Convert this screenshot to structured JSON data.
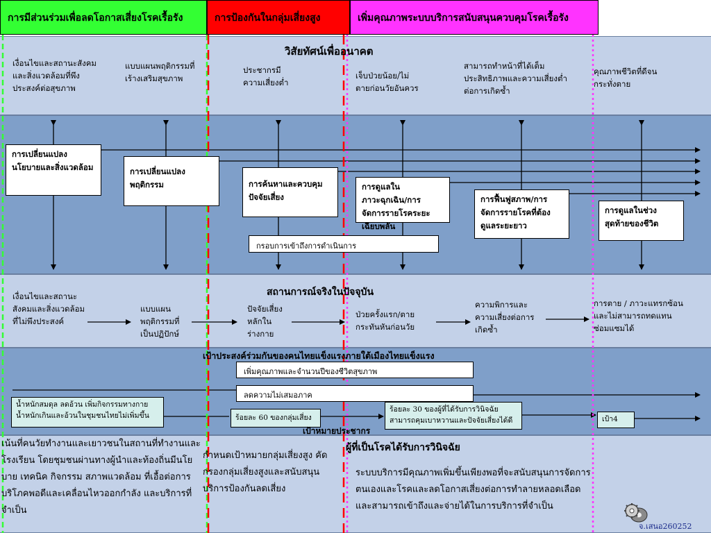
{
  "header": {
    "col1": "การมีส่วนร่วมเพื่อลดโอกาสเสี่ยงโรคเรื้อรัง",
    "col2": "การป้องกันในกลุ่มเสี่ยงสูง",
    "col3": "เพิ่มคุณภาพระบบบริการสนับสนุนควบคุมโรคเรื้อรัง",
    "colors": {
      "col1": "#33ff33",
      "col2": "#ff0000",
      "col3": "#ff33ff"
    }
  },
  "vision": {
    "title": "วิสัยทัศน์เพื่ออนาคต",
    "items": [
      "เงื่อนไขและสถานะสังคมและสิ่งแวดล้อมที่พึงประสงค์ต่อสุขภาพ",
      "แบบแผนพฤติกรรมที่เร้างเสริมสุขภาพ",
      "ประชากรมีความเสี่ยงต่ำ",
      "เจ็บป่วยน้อย/ไม่ตายก่อนวัยอันควร",
      "สามารถทำหน้าที่ได้เต็มประสิทธิภาพและความเสี่ยงต่ำต่อการเกิดซ้ำ",
      "คุณภาพชีวิตที่ดีจนกระทั่งตาย"
    ]
  },
  "interventions": {
    "items": [
      "การเปลี่ยนแปลงนโยบายและสิ่งแวดล้อม",
      "การเปลี่ยนแปลงพฤติกรรม",
      "การค้นหาและควบคุมปัจจัยเสี่ยง",
      "การดูแลในภาวะฉุกเฉิน/การจัดการรายโรคระยะเฉียบพลัน",
      "การฟื้นฟูสภาพ/การจัดการรายโรคที่ต้องดูแลระยะยาว",
      "การดูแลในช่วงสุดท้ายของชีวิต"
    ],
    "framework_bar": "กรอบการเข้าถึงการดำเนินการ"
  },
  "current": {
    "title": "สถานการณ์จริงในปัจจุบัน",
    "items": [
      "เงื่อนไขและสถานะสังคมและสิ่งแวดล้อมที่ไม่พึงประสงค์",
      "แบบแผนพฤติกรรมที่เป็นปฏิปักษ์",
      "ปัจจัยเสี่ยงหลักในร่างกาย",
      "ป่วยครั้งแรก/ตายกระทันหันก่อนวัย",
      "ความพิการและความเสี่ยงต่อการเกิดซ้ำ",
      "การตาย / ภาวะแทรกซ้อนและไม่สามารถทดแทนซ่อมแซมได้"
    ]
  },
  "goal": {
    "title": "เป้าประสงค์ร่วมกันของคนไทยแข็งแรงภายใต้เมืองไทยแข็งแรง",
    "bar1": "เพิ่มคุณภาพและจำนวนปีของชีวิตสุขภาพ",
    "bar2": "ลดความไม่เสมอภาค",
    "target1": "น้ำหนักสมดุล ลดอ้วน เพิ่มกิจกรรมทางกาย น้ำหนักเกินและอ้วนในชุมชนไทยไม่เพิ่มขึ้น",
    "target2": "ร้อยละ 60 ของกลุ่มเสี่ยง",
    "target3": "ร้อยละ 30 ของผู้ที่ได้รับการวินิจฉัย สามารถคุมเบาหวานและปัจจัยเสี่ยงได้ดี",
    "target4": "เป้า4",
    "subtitle": "เป้าหมายประชากร"
  },
  "bottom": {
    "left": "เน้นที่คนวัยทำงานและเยาวชนในสถานที่ทำงานและโรงเรียน โดยชุมชนผ่านทางผู้นำและท้องถิ่นมีนโยบาย เทคนิค กิจกรรม สภาพแวดล้อม ที่เอื้อต่อการบริโภคพอดีและเคลื่อนไหวออกกำลัง และบริการที่จำเป็น",
    "middle": "กำหนดเป้าหมายกลุ่มเสี่ยงสูง คัดกรองกลุ่มเสี่ยงสูงและสนับสนุนบริการป้องกันลดเสี่ยง",
    "right_title": "ผู้ที่เป็นโรคได้รับการวินิจฉัย",
    "right": "ระบบบริการมีคุณภาพเพิ่มขึ้นเพียงพอที่จะสนับสนุนการจัดการตนเองและโรคและลดโอกาสเสี่ยงต่อการทำลายหลอดเลือด และสามารถเข้าถึงและจ่ายได้ในการบริการที่จำเป็น"
  },
  "footer": {
    "credit": "จ.เสนอ260252"
  },
  "icons": {
    "logo": "gear-disc-icon"
  }
}
